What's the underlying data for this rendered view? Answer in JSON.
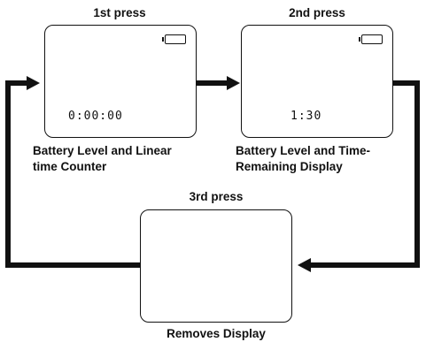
{
  "panel1": {
    "title": "1st press",
    "readout": "0:00:00",
    "caption_line1": "Battery Level and Linear",
    "caption_line2": "time Counter"
  },
  "panel2": {
    "title": "2nd press",
    "readout": "1:30",
    "caption_line1": "Battery Level and Time-",
    "caption_line2": "Remaining Display"
  },
  "panel3": {
    "title": "3rd press",
    "caption": "Removes Display"
  },
  "icons": {
    "battery": "battery-icon",
    "arrow": "arrow-icon"
  },
  "colors": {
    "ink": "#111111",
    "background": "#ffffff"
  }
}
